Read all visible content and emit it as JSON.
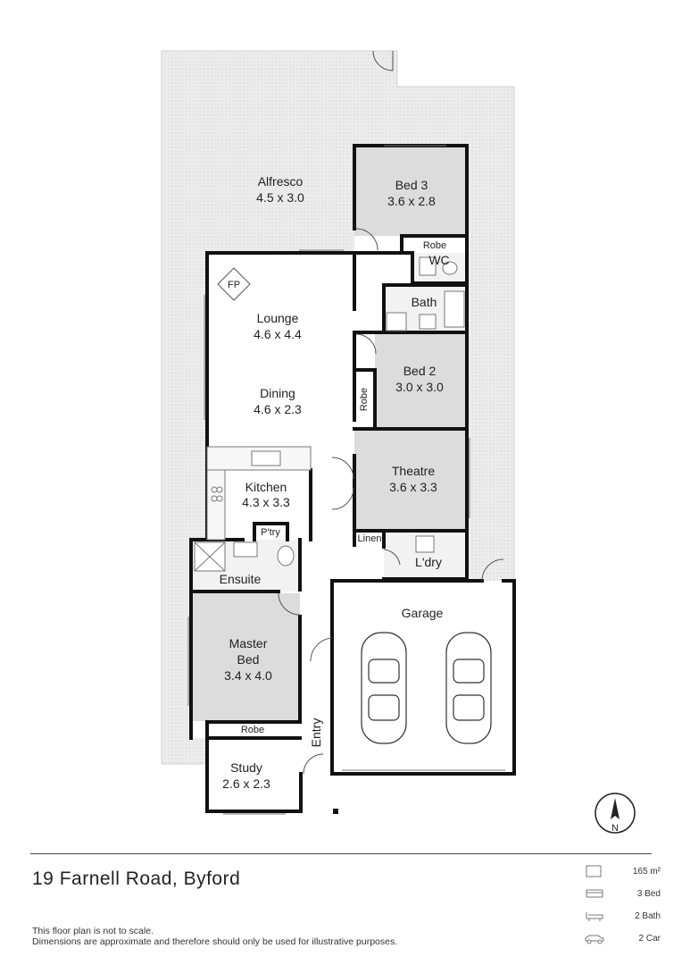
{
  "rooms": {
    "alfresco": {
      "name": "Alfresco",
      "dims": "4.5 x 3.0"
    },
    "bed3": {
      "name": "Bed 3",
      "dims": "3.6 x 2.8"
    },
    "robe_bed3": "Robe",
    "wc": "WC",
    "fireplace": "FP",
    "bath": "Bath",
    "lounge": {
      "name": "Lounge",
      "dims": "4.6 x 4.4"
    },
    "bed2": {
      "name": "Bed 2",
      "dims": "3.0 x 3.0"
    },
    "robe_bed2": "Robe",
    "dining": {
      "name": "Dining",
      "dims": "4.6 x 2.3"
    },
    "theatre": {
      "name": "Theatre",
      "dims": "3.6 x 3.3"
    },
    "kitchen": {
      "name": "Kitchen",
      "dims": "4.3 x 3.3"
    },
    "pantry": "P'try",
    "linen": "Linen",
    "laundry": "L'dry",
    "ensuite": "Ensuite",
    "garage": "Garage",
    "master": {
      "name_line1": "Master",
      "name_line2": "Bed",
      "dims": "3.4 x 4.0"
    },
    "robe_master": "Robe",
    "entry": "Entry",
    "study": {
      "name": "Study",
      "dims": "2.6 x 2.3"
    }
  },
  "compass": "N",
  "address": "19 Farnell Road, Byford",
  "disclaimer": [
    "This floor plan is not to scale.",
    "Dimensions are approximate and therefore should only be used for illustrative purposes."
  ],
  "stats": [
    {
      "icon": "area-icon",
      "label": "165 m²"
    },
    {
      "icon": "bed-icon",
      "label": "3 Bed"
    },
    {
      "icon": "bath-icon",
      "label": "2 Bath"
    },
    {
      "icon": "car-icon",
      "label": "2 Car"
    }
  ],
  "colors": {
    "room_fill": "#dcdcdc",
    "outdoor_fill": "#ececec",
    "wall": "#111111"
  }
}
